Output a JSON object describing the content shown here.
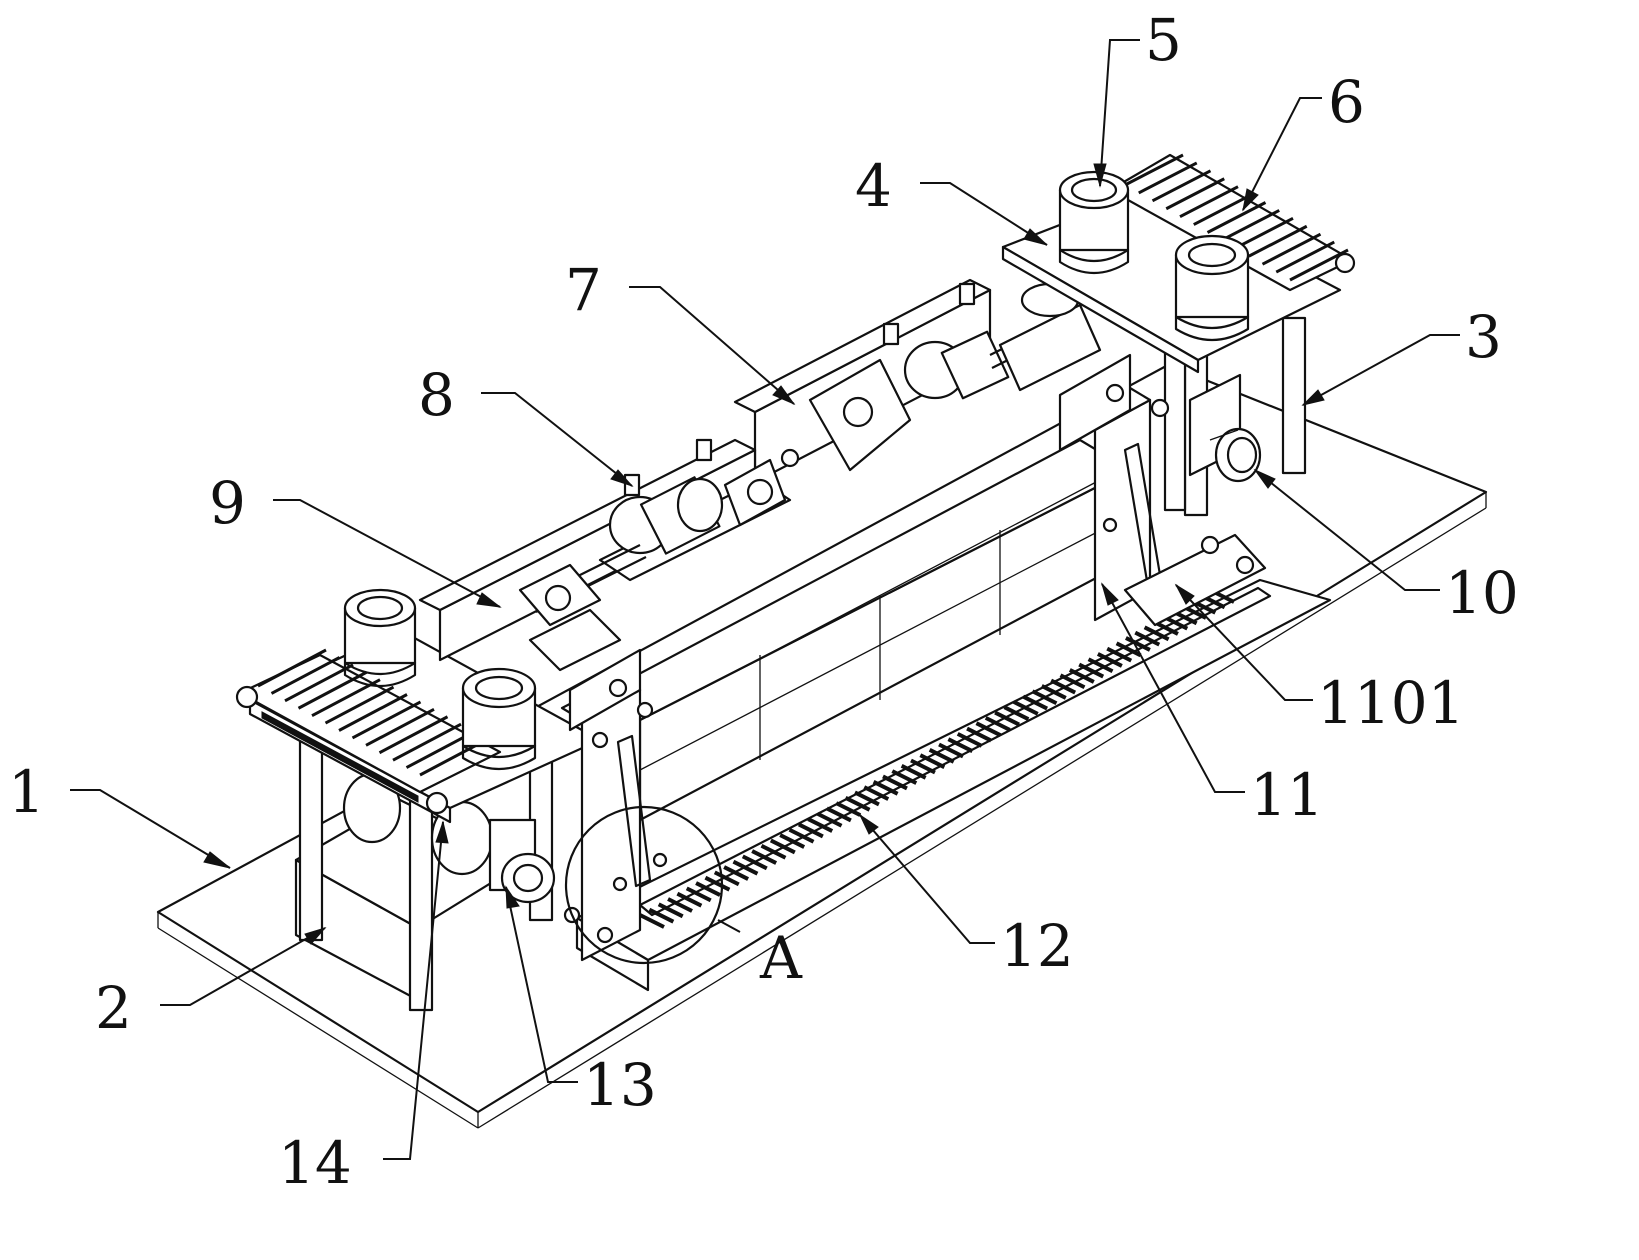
{
  "figure": {
    "labels": {
      "l1": "1",
      "l2": "2",
      "l3": "3",
      "l4": "4",
      "l5": "5",
      "l6": "6",
      "l7": "7",
      "l8": "8",
      "l9": "9",
      "l10": "10",
      "l11": "11",
      "l1101": "1101",
      "l12": "12",
      "l13": "13",
      "l14": "14",
      "lA": "A"
    }
  },
  "colors": {
    "ink": "#111111",
    "paper": "#ffffff"
  }
}
